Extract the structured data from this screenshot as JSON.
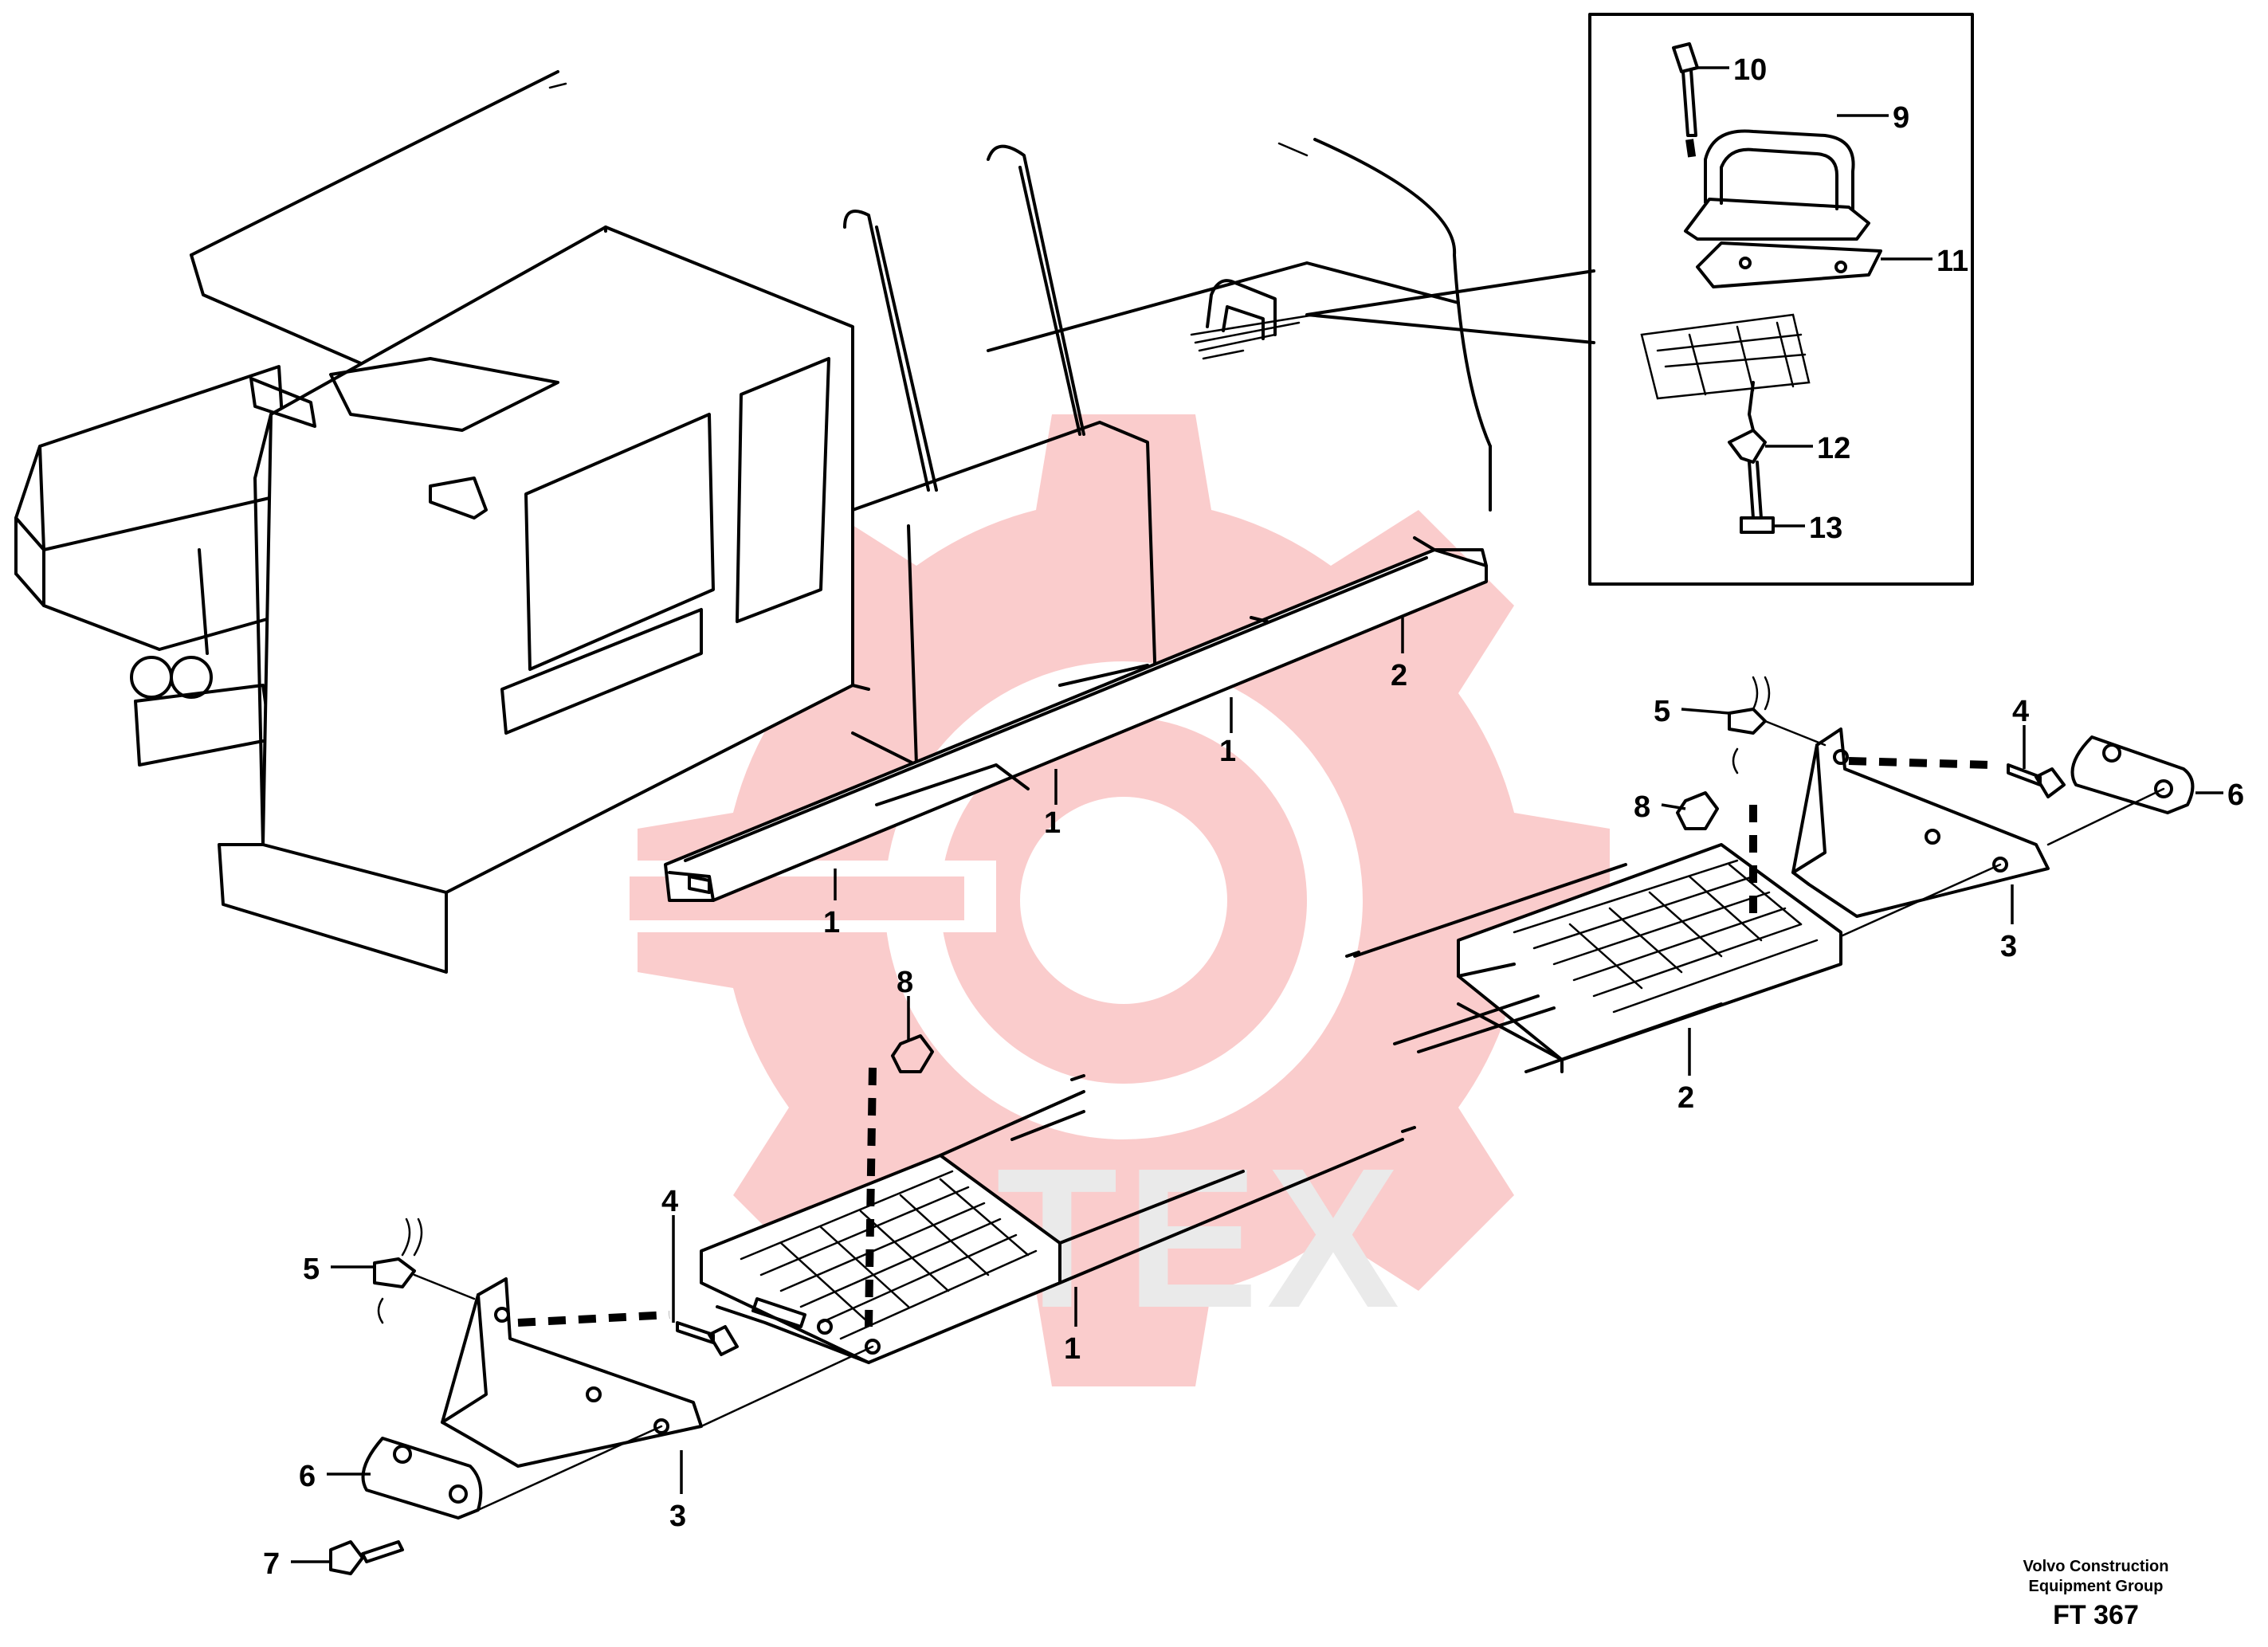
{
  "watermark": {
    "text": "TEX",
    "gear_color": "#f7a3a3"
  },
  "callouts": [
    {
      "label": "1"
    },
    {
      "label": "1"
    },
    {
      "label": "1"
    },
    {
      "label": "1"
    },
    {
      "label": "2"
    },
    {
      "label": "2"
    },
    {
      "label": "3"
    },
    {
      "label": "3"
    },
    {
      "label": "4"
    },
    {
      "label": "4"
    },
    {
      "label": "5"
    },
    {
      "label": "5"
    },
    {
      "label": "6"
    },
    {
      "label": "6"
    },
    {
      "label": "7"
    },
    {
      "label": "8"
    },
    {
      "label": "8"
    },
    {
      "label": "9"
    },
    {
      "label": "10"
    },
    {
      "label": "11"
    },
    {
      "label": "12"
    },
    {
      "label": "13"
    }
  ],
  "footer": {
    "org_line1": "Volvo Construction",
    "org_line2": "Equipment Group",
    "code": "FT 367"
  }
}
